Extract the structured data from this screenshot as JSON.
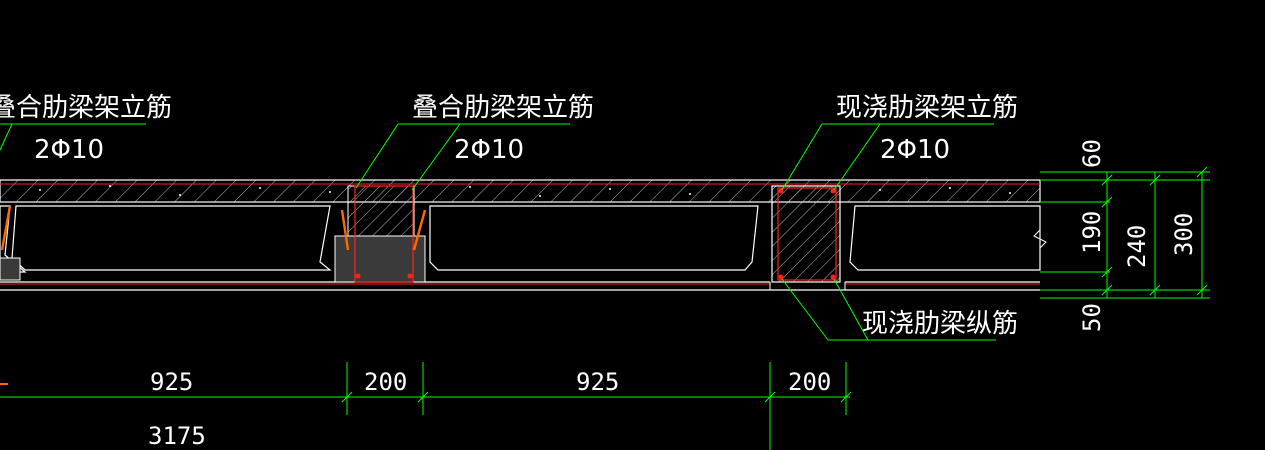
{
  "labels": {
    "left_rib_stirrup": "叠合肋梁架立筋",
    "left_rib_count": "2Φ10",
    "mid_rib_stirrup": "叠合肋梁架立筋",
    "mid_rib_count": "2Φ10",
    "cast_rib_stirrup": "现浇肋梁架立筋",
    "cast_rib_count": "2Φ10",
    "cast_rib_longitudinal": "现浇肋梁纵筋"
  },
  "dims_horizontal": {
    "span1": "925",
    "rib1": "200",
    "span2": "925",
    "rib2": "200",
    "total": "3175"
  },
  "dims_vertical": {
    "top": "60",
    "web": "190",
    "bottom": "50",
    "inner_total": "240",
    "outer_total": "300"
  },
  "colors": {
    "background": "#000000",
    "outline": "#ffffff",
    "rebar": "#ff2020",
    "leader": "#00ff00",
    "dimension": "#00ff00",
    "hatch": "#bfbfbf",
    "accent": "#ff6a00"
  }
}
